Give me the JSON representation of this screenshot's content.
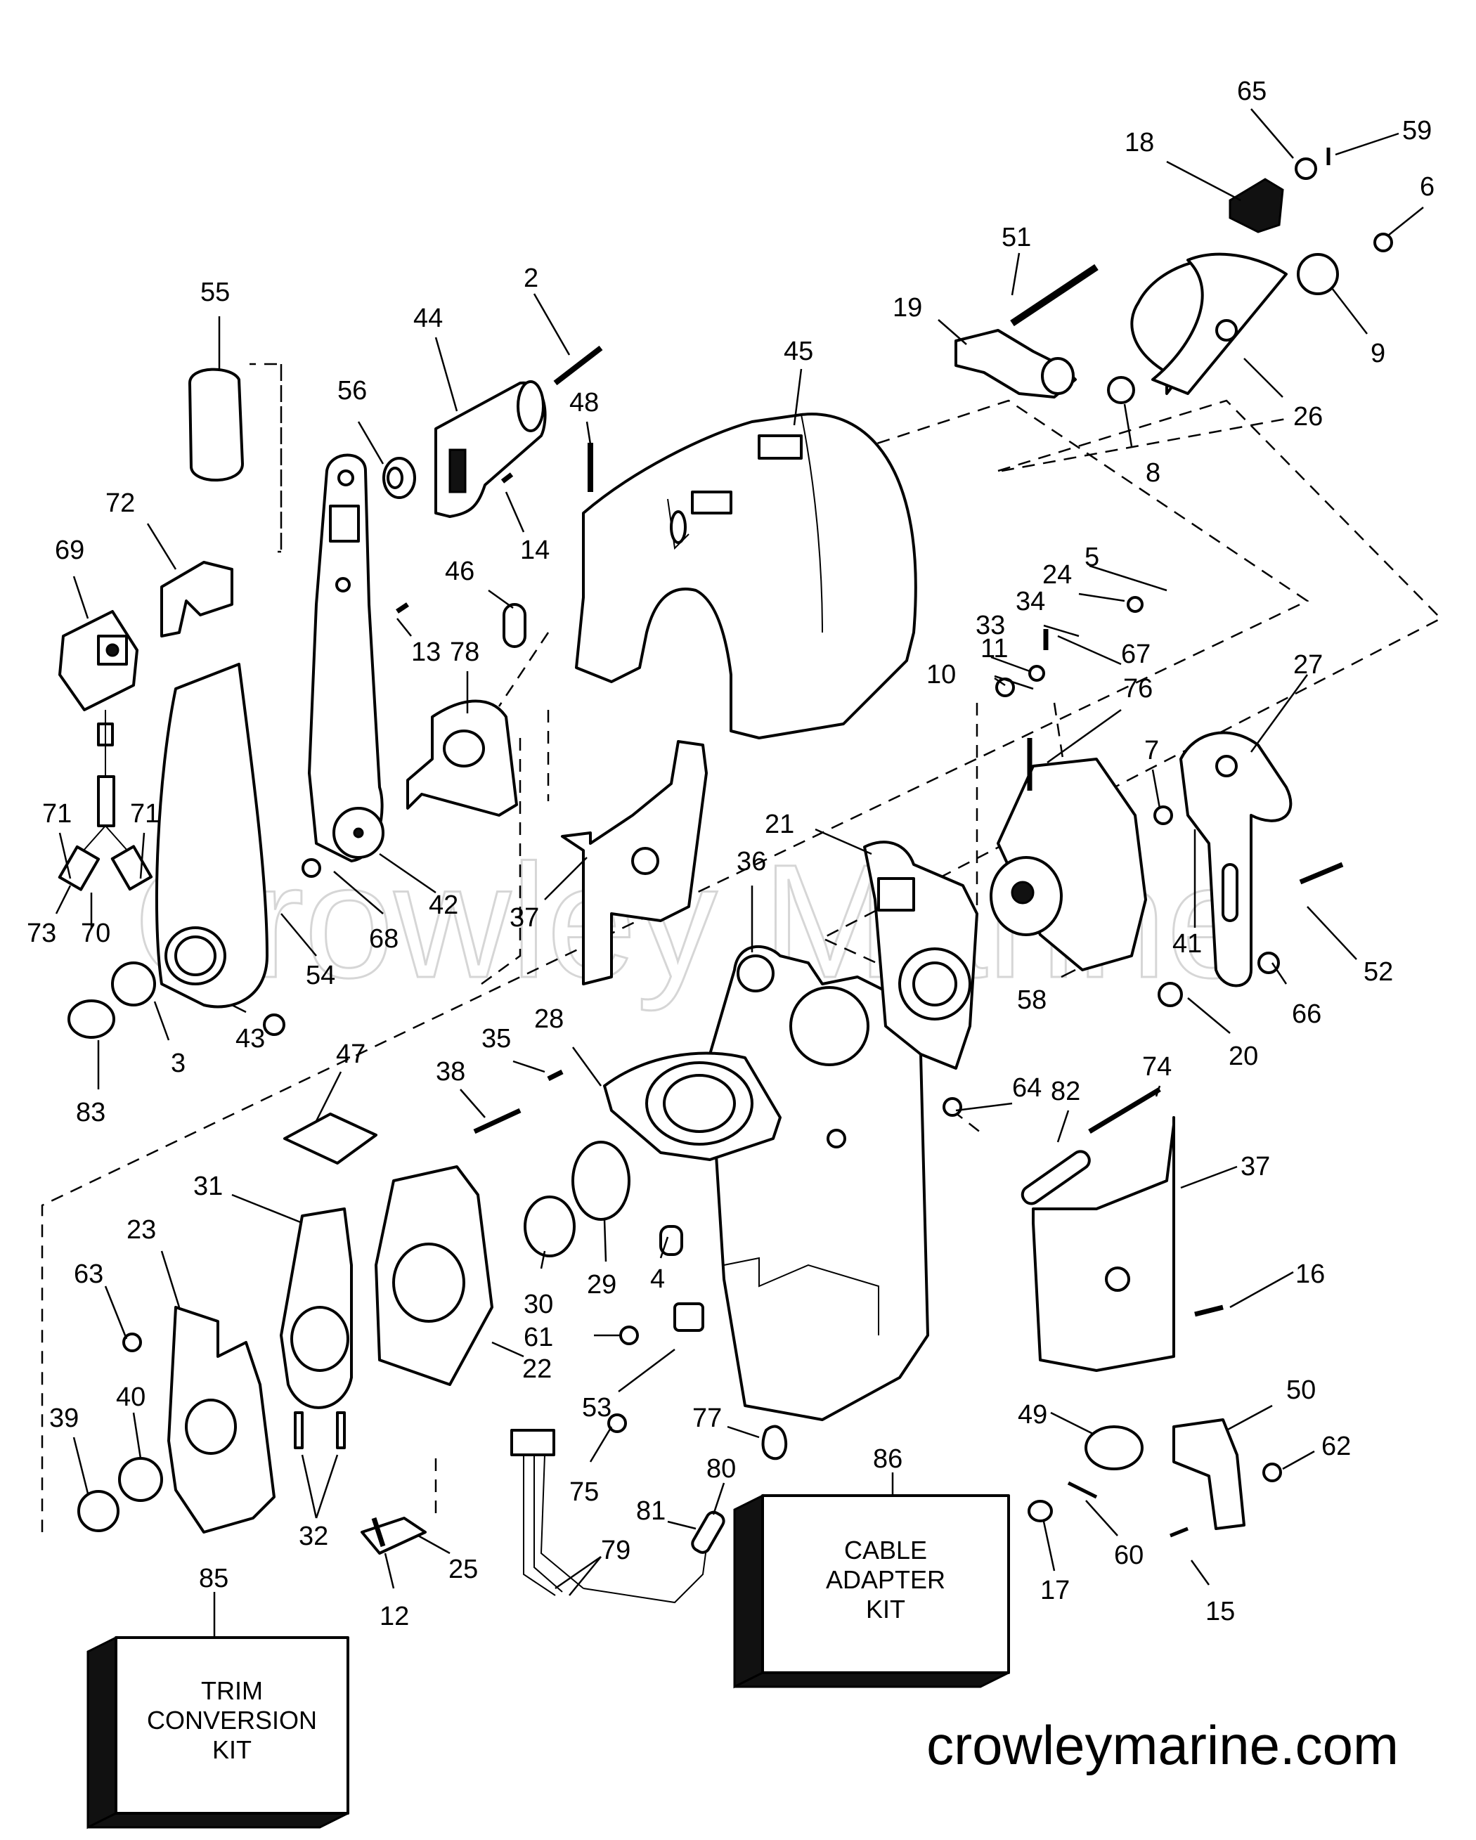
{
  "watermark_ghost": "Crowley Marine",
  "watermark": "crowleymarine.com",
  "kits": {
    "trim_conversion": [
      "TRIM",
      "CONVERSION",
      "KIT"
    ],
    "cable_adapter": [
      "CABLE",
      "ADAPTER",
      "KIT"
    ]
  },
  "callouts": [
    {
      "id": "c65",
      "label": "65"
    },
    {
      "id": "c59",
      "label": "59"
    },
    {
      "id": "c18",
      "label": "18"
    },
    {
      "id": "c6",
      "label": "6"
    },
    {
      "id": "c51",
      "label": "51"
    },
    {
      "id": "c19",
      "label": "19"
    },
    {
      "id": "c9",
      "label": "9"
    },
    {
      "id": "c26",
      "label": "26"
    },
    {
      "id": "c8",
      "label": "8"
    },
    {
      "id": "c55",
      "label": "55"
    },
    {
      "id": "c44",
      "label": "44"
    },
    {
      "id": "c2",
      "label": "2"
    },
    {
      "id": "c45",
      "label": "45"
    },
    {
      "id": "c56",
      "label": "56"
    },
    {
      "id": "c48",
      "label": "48"
    },
    {
      "id": "c72",
      "label": "72"
    },
    {
      "id": "c14",
      "label": "14"
    },
    {
      "id": "c69",
      "label": "69"
    },
    {
      "id": "c46",
      "label": "46"
    },
    {
      "id": "c5",
      "label": "5"
    },
    {
      "id": "c24",
      "label": "24"
    },
    {
      "id": "c34",
      "label": "34"
    },
    {
      "id": "c33",
      "label": "33"
    },
    {
      "id": "c13",
      "label": "13"
    },
    {
      "id": "c78",
      "label": "78"
    },
    {
      "id": "c11",
      "label": "11"
    },
    {
      "id": "c67",
      "label": "67"
    },
    {
      "id": "c27",
      "label": "27"
    },
    {
      "id": "c10",
      "label": "10"
    },
    {
      "id": "c76",
      "label": "76"
    },
    {
      "id": "c7",
      "label": "7"
    },
    {
      "id": "c71a",
      "label": "71"
    },
    {
      "id": "c71b",
      "label": "71"
    },
    {
      "id": "c21",
      "label": "21"
    },
    {
      "id": "c36",
      "label": "36"
    },
    {
      "id": "c42",
      "label": "42"
    },
    {
      "id": "c73",
      "label": "73"
    },
    {
      "id": "c70",
      "label": "70"
    },
    {
      "id": "c68",
      "label": "68"
    },
    {
      "id": "c37a",
      "label": "37"
    },
    {
      "id": "c41",
      "label": "41"
    },
    {
      "id": "c52",
      "label": "52"
    },
    {
      "id": "c54",
      "label": "54"
    },
    {
      "id": "c66",
      "label": "66"
    },
    {
      "id": "c58",
      "label": "58"
    },
    {
      "id": "c43",
      "label": "43"
    },
    {
      "id": "c3",
      "label": "3"
    },
    {
      "id": "c83",
      "label": "83"
    },
    {
      "id": "c20",
      "label": "20"
    },
    {
      "id": "c28",
      "label": "28"
    },
    {
      "id": "c47",
      "label": "47"
    },
    {
      "id": "c35",
      "label": "35"
    },
    {
      "id": "c38",
      "label": "38"
    },
    {
      "id": "c74",
      "label": "74"
    },
    {
      "id": "c64",
      "label": "64"
    },
    {
      "id": "c82",
      "label": "82"
    },
    {
      "id": "c37b",
      "label": "37"
    },
    {
      "id": "c31",
      "label": "31"
    },
    {
      "id": "c23",
      "label": "23"
    },
    {
      "id": "c63",
      "label": "63"
    },
    {
      "id": "c30",
      "label": "30"
    },
    {
      "id": "c29",
      "label": "29"
    },
    {
      "id": "c4",
      "label": "4"
    },
    {
      "id": "c16",
      "label": "16"
    },
    {
      "id": "c61",
      "label": "61"
    },
    {
      "id": "c22",
      "label": "22"
    },
    {
      "id": "c53",
      "label": "53"
    },
    {
      "id": "c50",
      "label": "50"
    },
    {
      "id": "c49",
      "label": "49"
    },
    {
      "id": "c62",
      "label": "62"
    },
    {
      "id": "c40",
      "label": "40"
    },
    {
      "id": "c39",
      "label": "39"
    },
    {
      "id": "c77",
      "label": "77"
    },
    {
      "id": "c86",
      "label": "86"
    },
    {
      "id": "c75",
      "label": "75"
    },
    {
      "id": "c80",
      "label": "80"
    },
    {
      "id": "c81",
      "label": "81"
    },
    {
      "id": "c32",
      "label": "32"
    },
    {
      "id": "c60",
      "label": "60"
    },
    {
      "id": "c25",
      "label": "25"
    },
    {
      "id": "c79",
      "label": "79"
    },
    {
      "id": "c17",
      "label": "17"
    },
    {
      "id": "c15",
      "label": "15"
    },
    {
      "id": "c12",
      "label": "12"
    },
    {
      "id": "c85",
      "label": "85"
    }
  ]
}
